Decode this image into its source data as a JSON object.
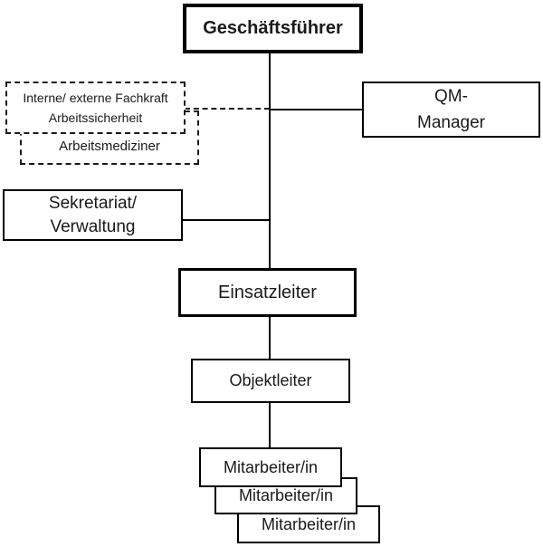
{
  "diagram": {
    "type": "org-chart",
    "language": "de",
    "colors": {
      "background": "#ffffff",
      "line": "#000000",
      "text": "#1a1a1a"
    },
    "nodes": {
      "ceo": {
        "label": "Geschäftsführer",
        "style": "bold-thick-border",
        "reports_to": null
      },
      "safety": {
        "line1": "Interne/ externe Fachkraft",
        "line2": "Arbeitssicherheit",
        "style": "dashed-border",
        "reports_to": "ceo"
      },
      "physician": {
        "label": "Arbeitsmediziner",
        "style": "dashed-border",
        "reports_to": "ceo"
      },
      "qm": {
        "line1": "QM-",
        "line2": "Manager",
        "style": "solid-border",
        "reports_to": "ceo"
      },
      "secretariat": {
        "line1": "Sekretariat/",
        "line2": "Verwaltung",
        "style": "solid-border",
        "reports_to": "ceo"
      },
      "operations": {
        "label": "Einsatzleiter",
        "style": "thick-border",
        "reports_to": "ceo"
      },
      "site": {
        "label": "Objektleiter",
        "style": "solid-border",
        "reports_to": "operations"
      },
      "staff": [
        {
          "label": "Mitarbeiter/in"
        },
        {
          "label": "Mitarbeiter/in"
        },
        {
          "label": "Mitarbeiter/in"
        }
      ]
    }
  }
}
